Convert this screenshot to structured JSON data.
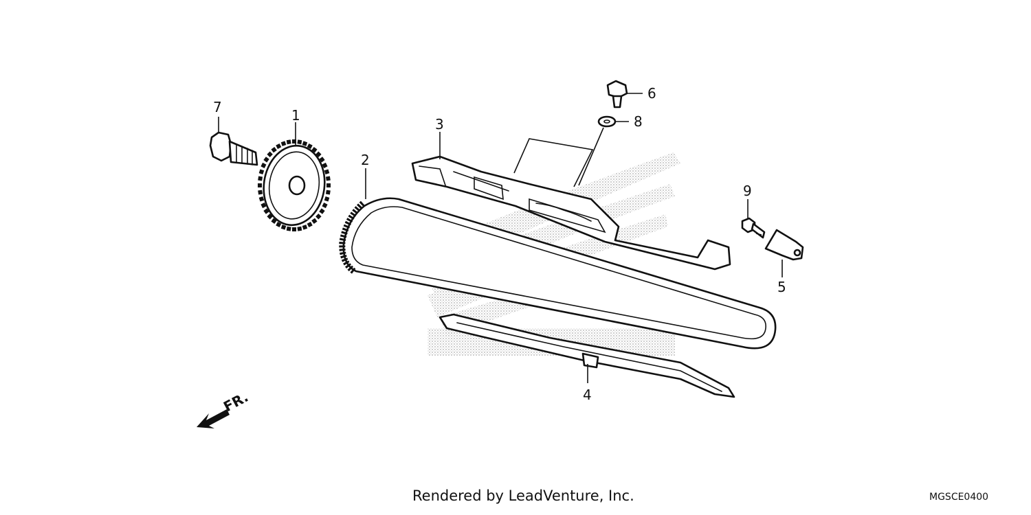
{
  "callouts": [
    {
      "id": "1",
      "label": "1"
    },
    {
      "id": "2",
      "label": "2"
    },
    {
      "id": "3",
      "label": "3"
    },
    {
      "id": "4",
      "label": "4"
    },
    {
      "id": "5",
      "label": "5"
    },
    {
      "id": "6",
      "label": "6"
    },
    {
      "id": "7",
      "label": "7"
    },
    {
      "id": "8",
      "label": "8"
    },
    {
      "id": "9",
      "label": "9"
    }
  ],
  "direction_label": "FR.",
  "credit": "Rendered by LeadVenture, Inc.",
  "diagram_code": "MGSCE0400",
  "colors": {
    "line": "#111111",
    "watermark": "#c8c8c8"
  }
}
